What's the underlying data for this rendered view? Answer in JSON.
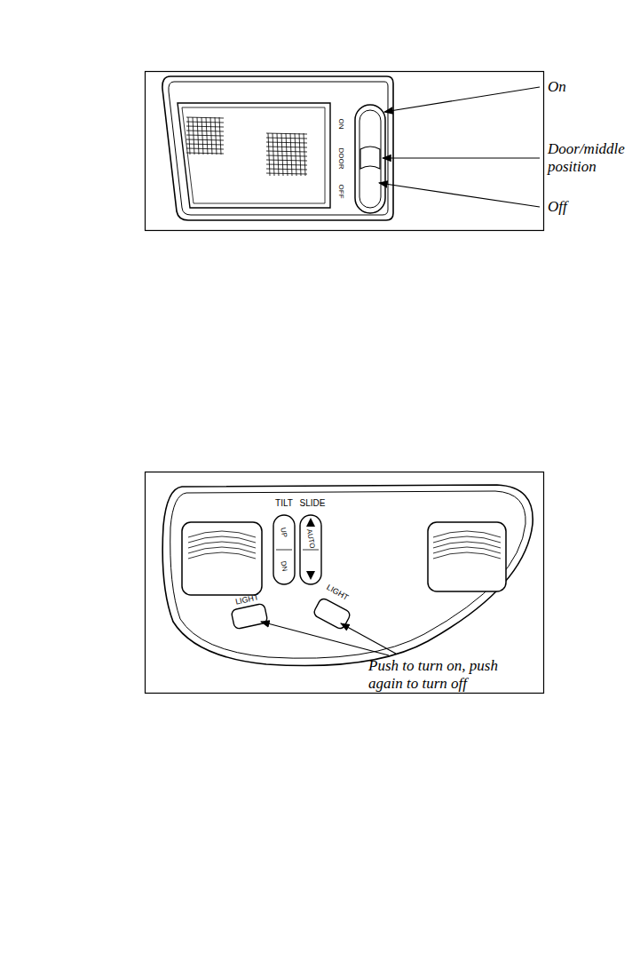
{
  "diagram": {
    "labels": [
      "ON",
      "DOOR",
      "OFF",
      "On",
      "Door/middle position",
      "Off",
      "TILT",
      "SLIDE",
      "UP",
      "DN",
      "AUTO",
      "LIGHT",
      "LIGHT",
      "Push to turn on, push again to turn off"
    ]
  }
}
